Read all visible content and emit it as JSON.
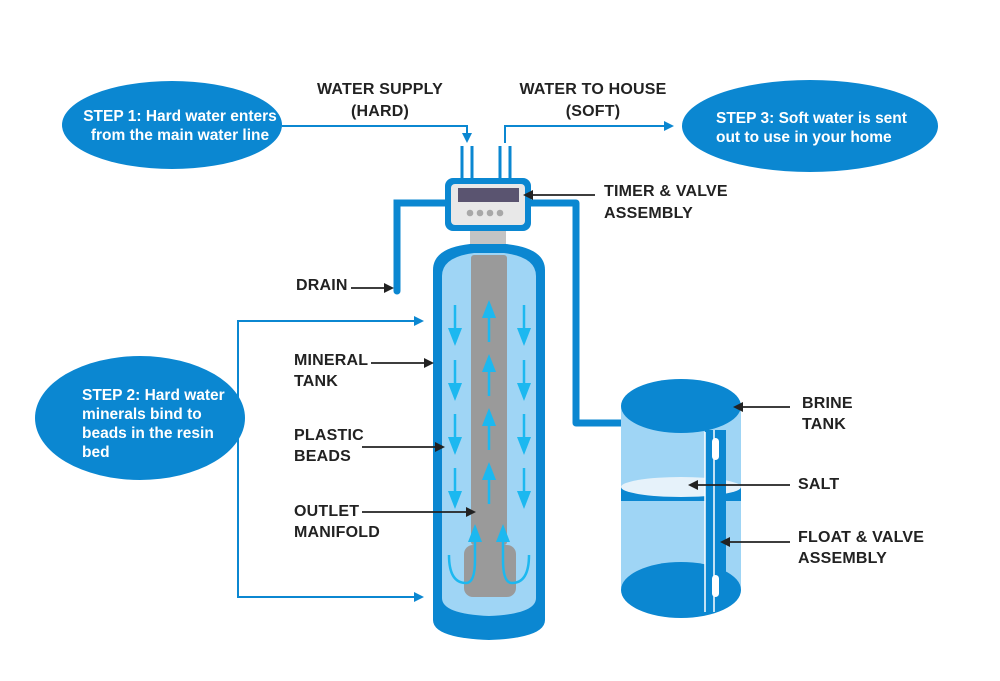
{
  "colors": {
    "primary_blue": "#0b87d1",
    "light_blue": "#9fd5f5",
    "arrow_cyan": "#1cb8f0",
    "manifold_gray": "#9a9a9a",
    "valve_screen": "#5a5470",
    "valve_body": "#e8e8e8",
    "label_text": "#222222"
  },
  "steps": {
    "step1": {
      "lines": [
        "STEP 1: Hard water enters",
        "from the main water line"
      ]
    },
    "step2": {
      "lines": [
        "STEP 2: Hard water",
        "minerals bind to",
        "beads in the resin",
        "bed"
      ]
    },
    "step3": {
      "lines": [
        "STEP 3: Soft water is sent",
        "out to use in your home"
      ]
    }
  },
  "labels": {
    "water_supply": [
      "WATER SUPPLY",
      "(HARD)"
    ],
    "water_to_house": [
      "WATER TO HOUSE",
      "(SOFT)"
    ],
    "timer_valve": [
      "TIMER & VALVE",
      "ASSEMBLY"
    ],
    "drain": [
      "DRAIN"
    ],
    "mineral_tank": [
      "MINERAL",
      "TANK"
    ],
    "plastic_beads": [
      "PLASTIC",
      "BEADS"
    ],
    "outlet_manifold": [
      "OUTLET",
      "MANIFOLD"
    ],
    "brine_tank": [
      "BRINE",
      "TANK"
    ],
    "salt": [
      "SALT"
    ],
    "float_valve": [
      "FLOAT & VALVE",
      "ASSEMBLY"
    ]
  }
}
